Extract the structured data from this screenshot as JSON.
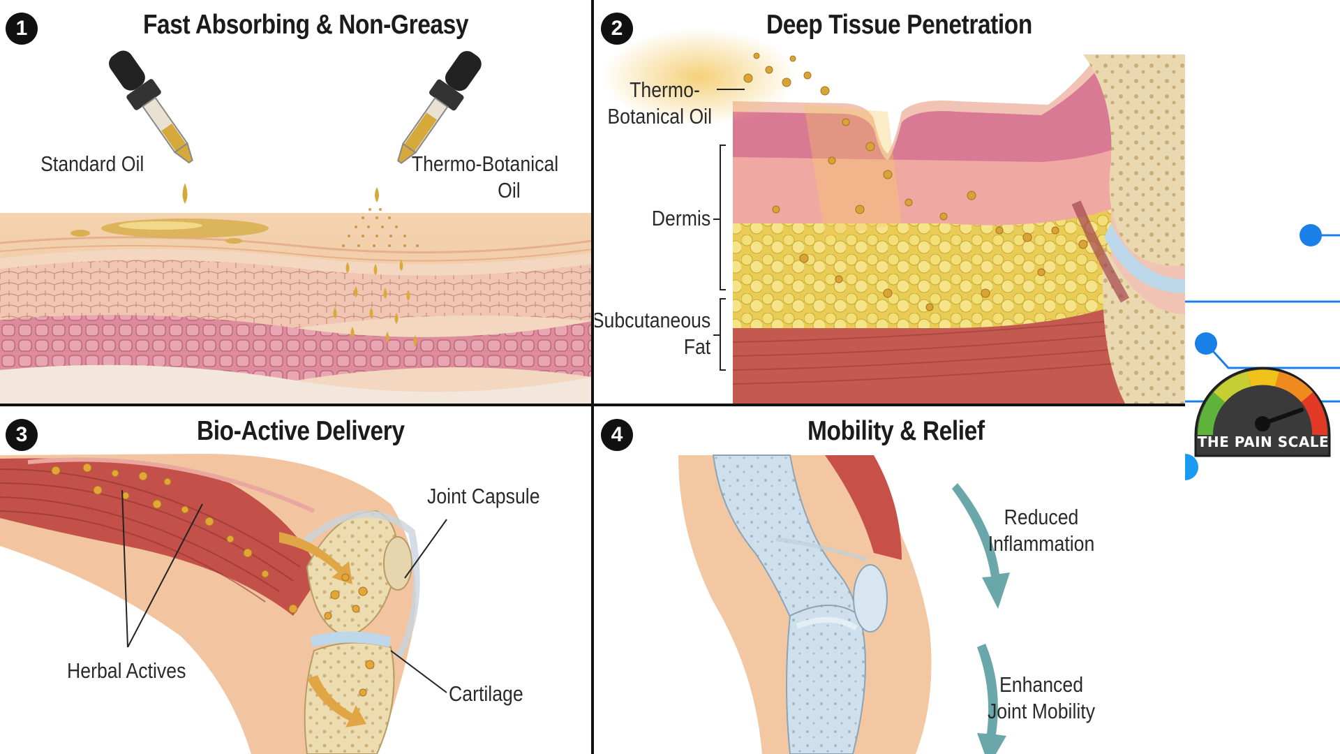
{
  "panels": [
    {
      "number": "1",
      "title": "Fast Absorbing & Non-Greasy",
      "labels": {
        "standard_oil": "Standard Oil",
        "thermo_line1": "Thermo-Botanical",
        "thermo_line2": "Oil"
      }
    },
    {
      "number": "2",
      "title": "Deep Tissue Penetration",
      "labels": {
        "oil_line1": "Thermo-",
        "oil_line2": "Botanical Oil",
        "dermis": "Dermis",
        "fat_line1": "Subcutaneous",
        "fat_line2": "Fat"
      }
    },
    {
      "number": "3",
      "title": "Bio-Active Delivery",
      "labels": {
        "joint_capsule": "Joint Capsule",
        "herbal_actives": "Herbal Actives",
        "cartilage": "Cartilage"
      }
    },
    {
      "number": "4",
      "title": "Mobility & Relief",
      "labels": {
        "reduced_line1": "Reduced",
        "reduced_line2": "Inflammation",
        "enhanced_line1": "Enhanced",
        "enhanced_line2": "Joint Mobility"
      }
    }
  ],
  "badge": {
    "text": "THE PAIN SCALE"
  },
  "colors": {
    "accent_blue": "#1a7fe6",
    "skin": "#f2c8a2",
    "oil_gold": "#d9a93a",
    "muscle": "#c8504a",
    "bone": "#ead9b0",
    "cartilage_blue": "#bcd8ea",
    "arrow_teal": "#6aa7aa"
  }
}
